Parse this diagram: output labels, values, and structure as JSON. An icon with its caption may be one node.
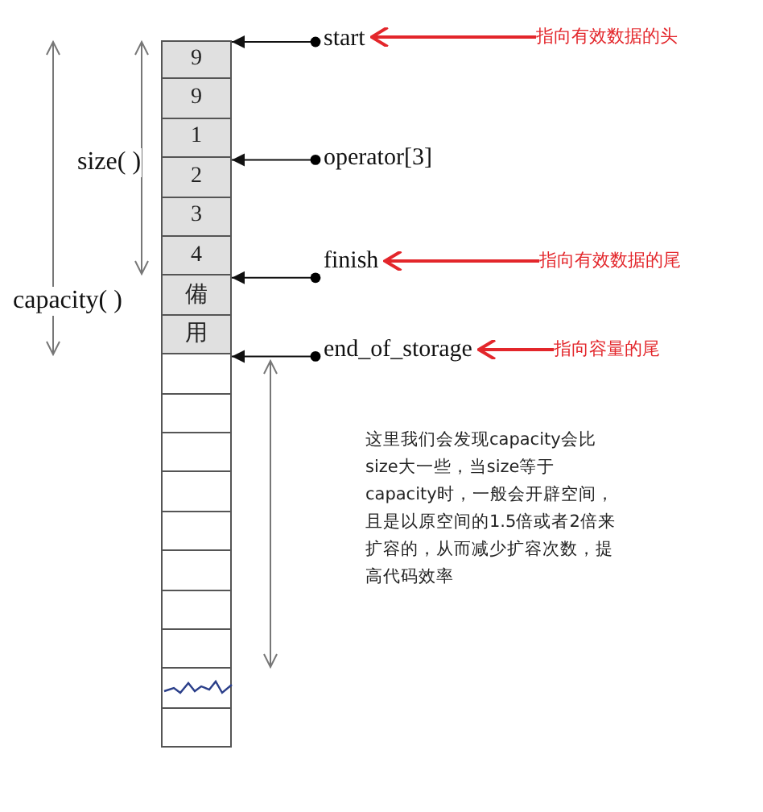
{
  "diagram": {
    "nodes": [
      {
        "text": [
          "9"
        ]
      },
      {
        "text": [
          "9"
        ]
      },
      {
        "text": [
          "1"
        ]
      },
      {
        "text": [
          "2"
        ]
      },
      {
        "text": [
          "3"
        ]
      },
      {
        "text": [
          "4"
        ]
      },
      {
        "text": [
          "備"
        ]
      },
      {
        "text": [
          "用"
        ]
      },
      {
        "text": [],
        "shape": "box"
      },
      {
        "text": [],
        "shape": "box"
      },
      {
        "text": [],
        "shape": "box"
      },
      {
        "text": [],
        "shape": "box"
      },
      {
        "text": [],
        "shape": "box"
      },
      {
        "text": [],
        "shape": "box"
      },
      {
        "text": [],
        "shape": "box"
      },
      {
        "text": [],
        "shape": "box"
      },
      {
        "text": [],
        "shape": "box"
      },
      {
        "text": [],
        "shape": "box"
      },
      {
        "text": [
          "start"
        ]
      },
      {
        "text": [
          "指向有效数据的头"
        ]
      },
      {
        "text": [
          "operator[3]"
        ]
      },
      {
        "text": [
          "finish"
        ]
      },
      {
        "text": [
          "指向有效数据的尾"
        ]
      },
      {
        "text": [
          "end_of_storage"
        ]
      },
      {
        "text": [
          "指向容量的尾"
        ]
      }
    ],
    "edges": [
      {
        "from": 18,
        "to": 0,
        "arrow": "to"
      },
      {
        "from": 19,
        "to": 18,
        "arrow": "to",
        "color": "#e3262b"
      },
      {
        "from": 20,
        "to": 3,
        "arrow": "to"
      },
      {
        "from": 21,
        "to": 6,
        "arrow": "to"
      },
      {
        "from": 22,
        "to": 21,
        "arrow": "to",
        "color": "#e3262b"
      },
      {
        "from": 23,
        "to": 8,
        "arrow": "to"
      },
      {
        "from": 24,
        "to": 23,
        "arrow": "to",
        "color": "#e3262b"
      }
    ],
    "labels": [
      "size( )",
      "capacity( )",
      "这里我们会发现capacity会比size大一些，当size等于capacity时，一般会开辟空间，且是以原空间的1.5倍或者2倍来扩容的，从而减少扩容次数，提高代码效率"
    ]
  }
}
